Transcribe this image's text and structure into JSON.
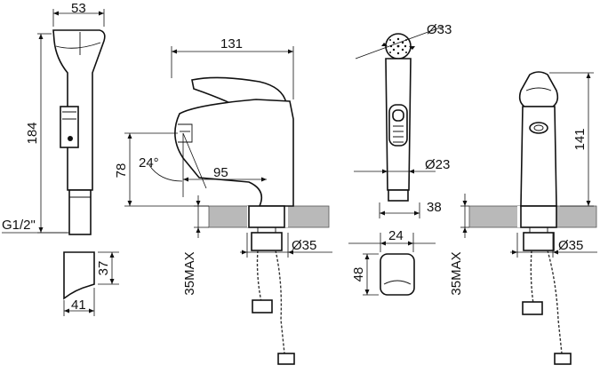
{
  "dims": {
    "shower_width": "53",
    "shower_height": "184",
    "thread": "G1/2\"",
    "holder_height": "37",
    "holder_width": "41",
    "mixer_width": "131",
    "spout_height": "78",
    "spout_angle": "24°",
    "spout_reach": "95",
    "max_thickness_left": "35MAX",
    "hole_left": "Ø35",
    "head_diameter": "Ø33",
    "handle_diameter": "Ø23",
    "base_38": "38",
    "base_24": "24",
    "base_48": "48",
    "max_thickness_right": "35MAX",
    "mixer_height": "141",
    "hole_right": "Ø35"
  }
}
